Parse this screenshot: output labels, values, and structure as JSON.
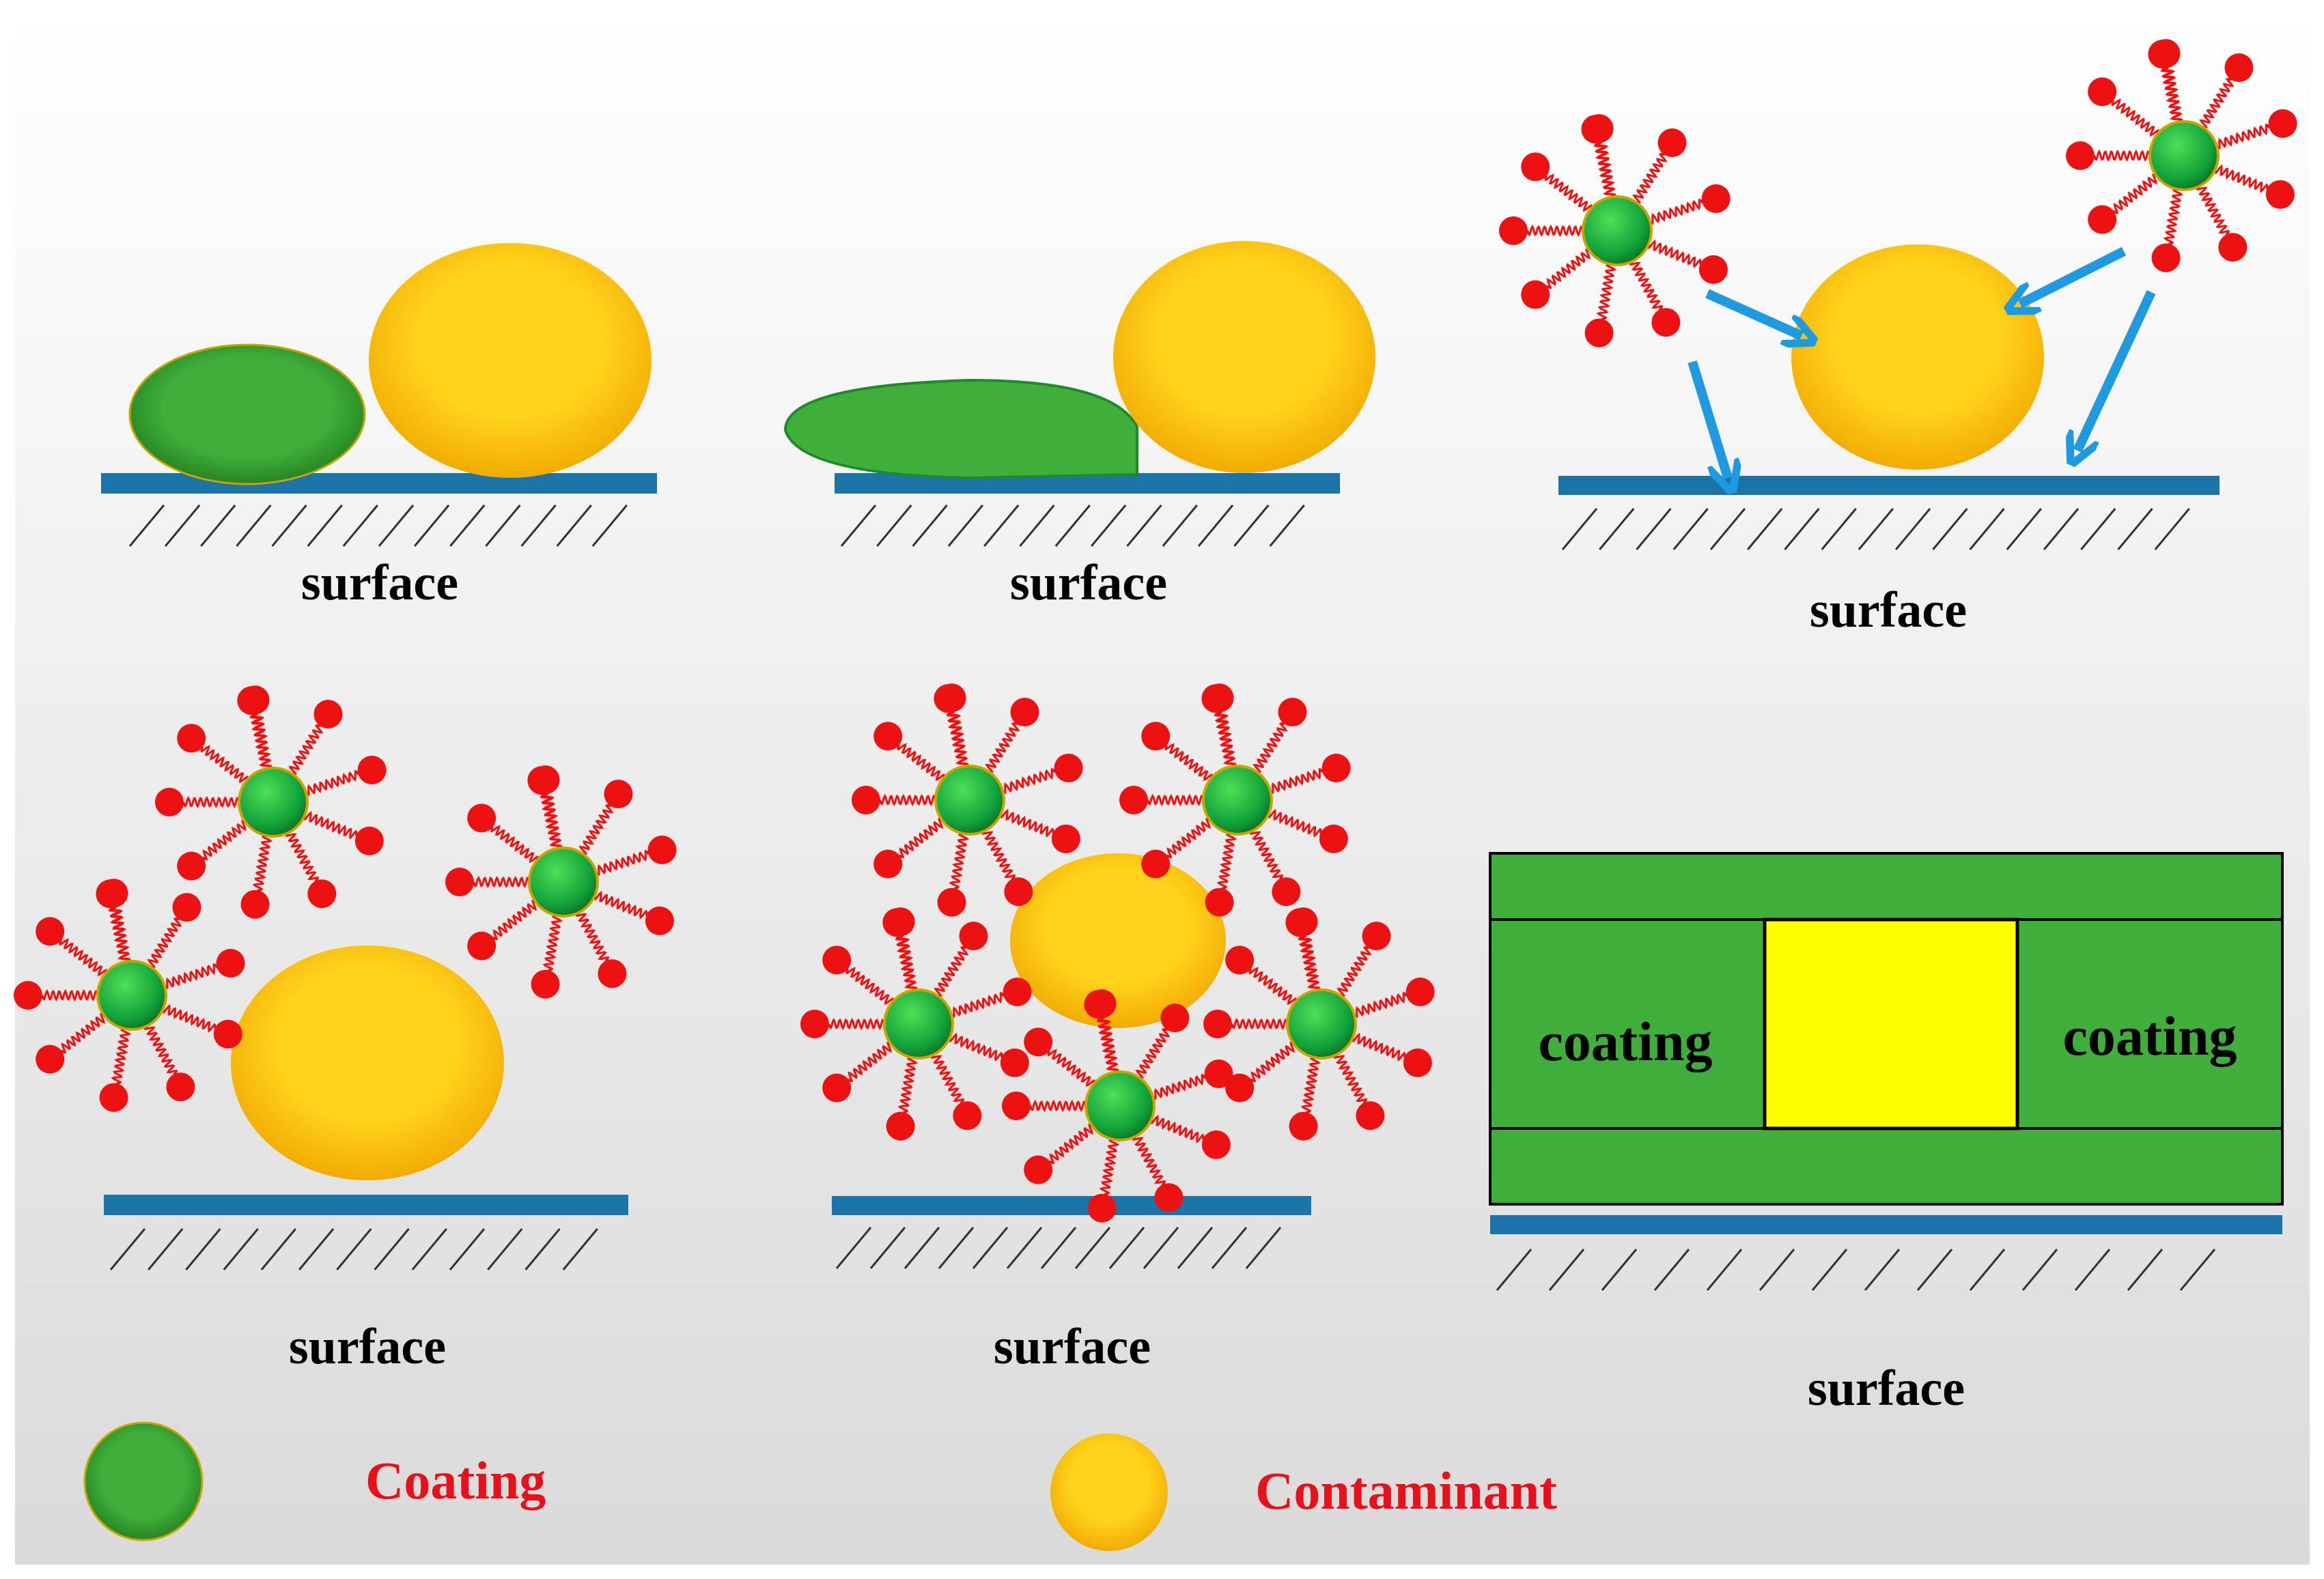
{
  "labels": {
    "surface": "surface",
    "coating": "coating",
    "coating_legend": "Coating",
    "contaminant_legend": "Contaminant"
  },
  "colors": {
    "coating_green": "#3fae3a",
    "contaminant_yellow": "#ffcc00",
    "bright_yellow": "#ffff00",
    "substrate_blue": "#1a74a8",
    "arrow_blue": "#1e9be0",
    "chain_red": "#ee1111",
    "legend_text_red": "#e8111b",
    "label_black": "#000000"
  },
  "icons": [
    "coating-particle-icon",
    "contaminant-particle-icon",
    "functionalized-nanoparticle-icon",
    "arrow-icon",
    "hatch-substrate-icon"
  ]
}
